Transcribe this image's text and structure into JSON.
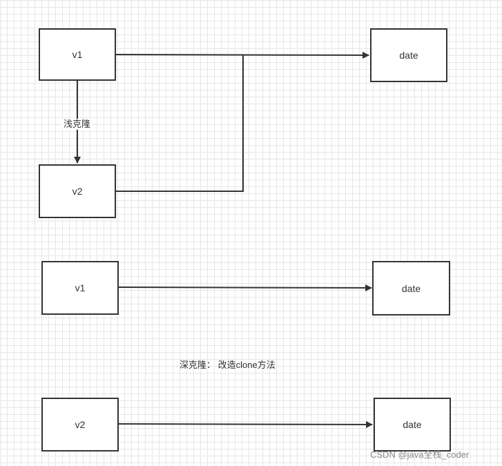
{
  "shallow_clone": {
    "node_v1": "v1",
    "node_v2": "v2",
    "node_date": "date",
    "arrow_label": "浅克隆"
  },
  "deep_clone": {
    "node_v1": "v1",
    "node_date_1": "date",
    "node_v2": "v2",
    "node_date_2": "date",
    "caption": "深克隆： 改造clone方法"
  },
  "watermark": "CSDN @java全栈_coder",
  "colors": {
    "stroke": "#333333",
    "grid": "#e6e6e6",
    "background": "#ffffff"
  }
}
